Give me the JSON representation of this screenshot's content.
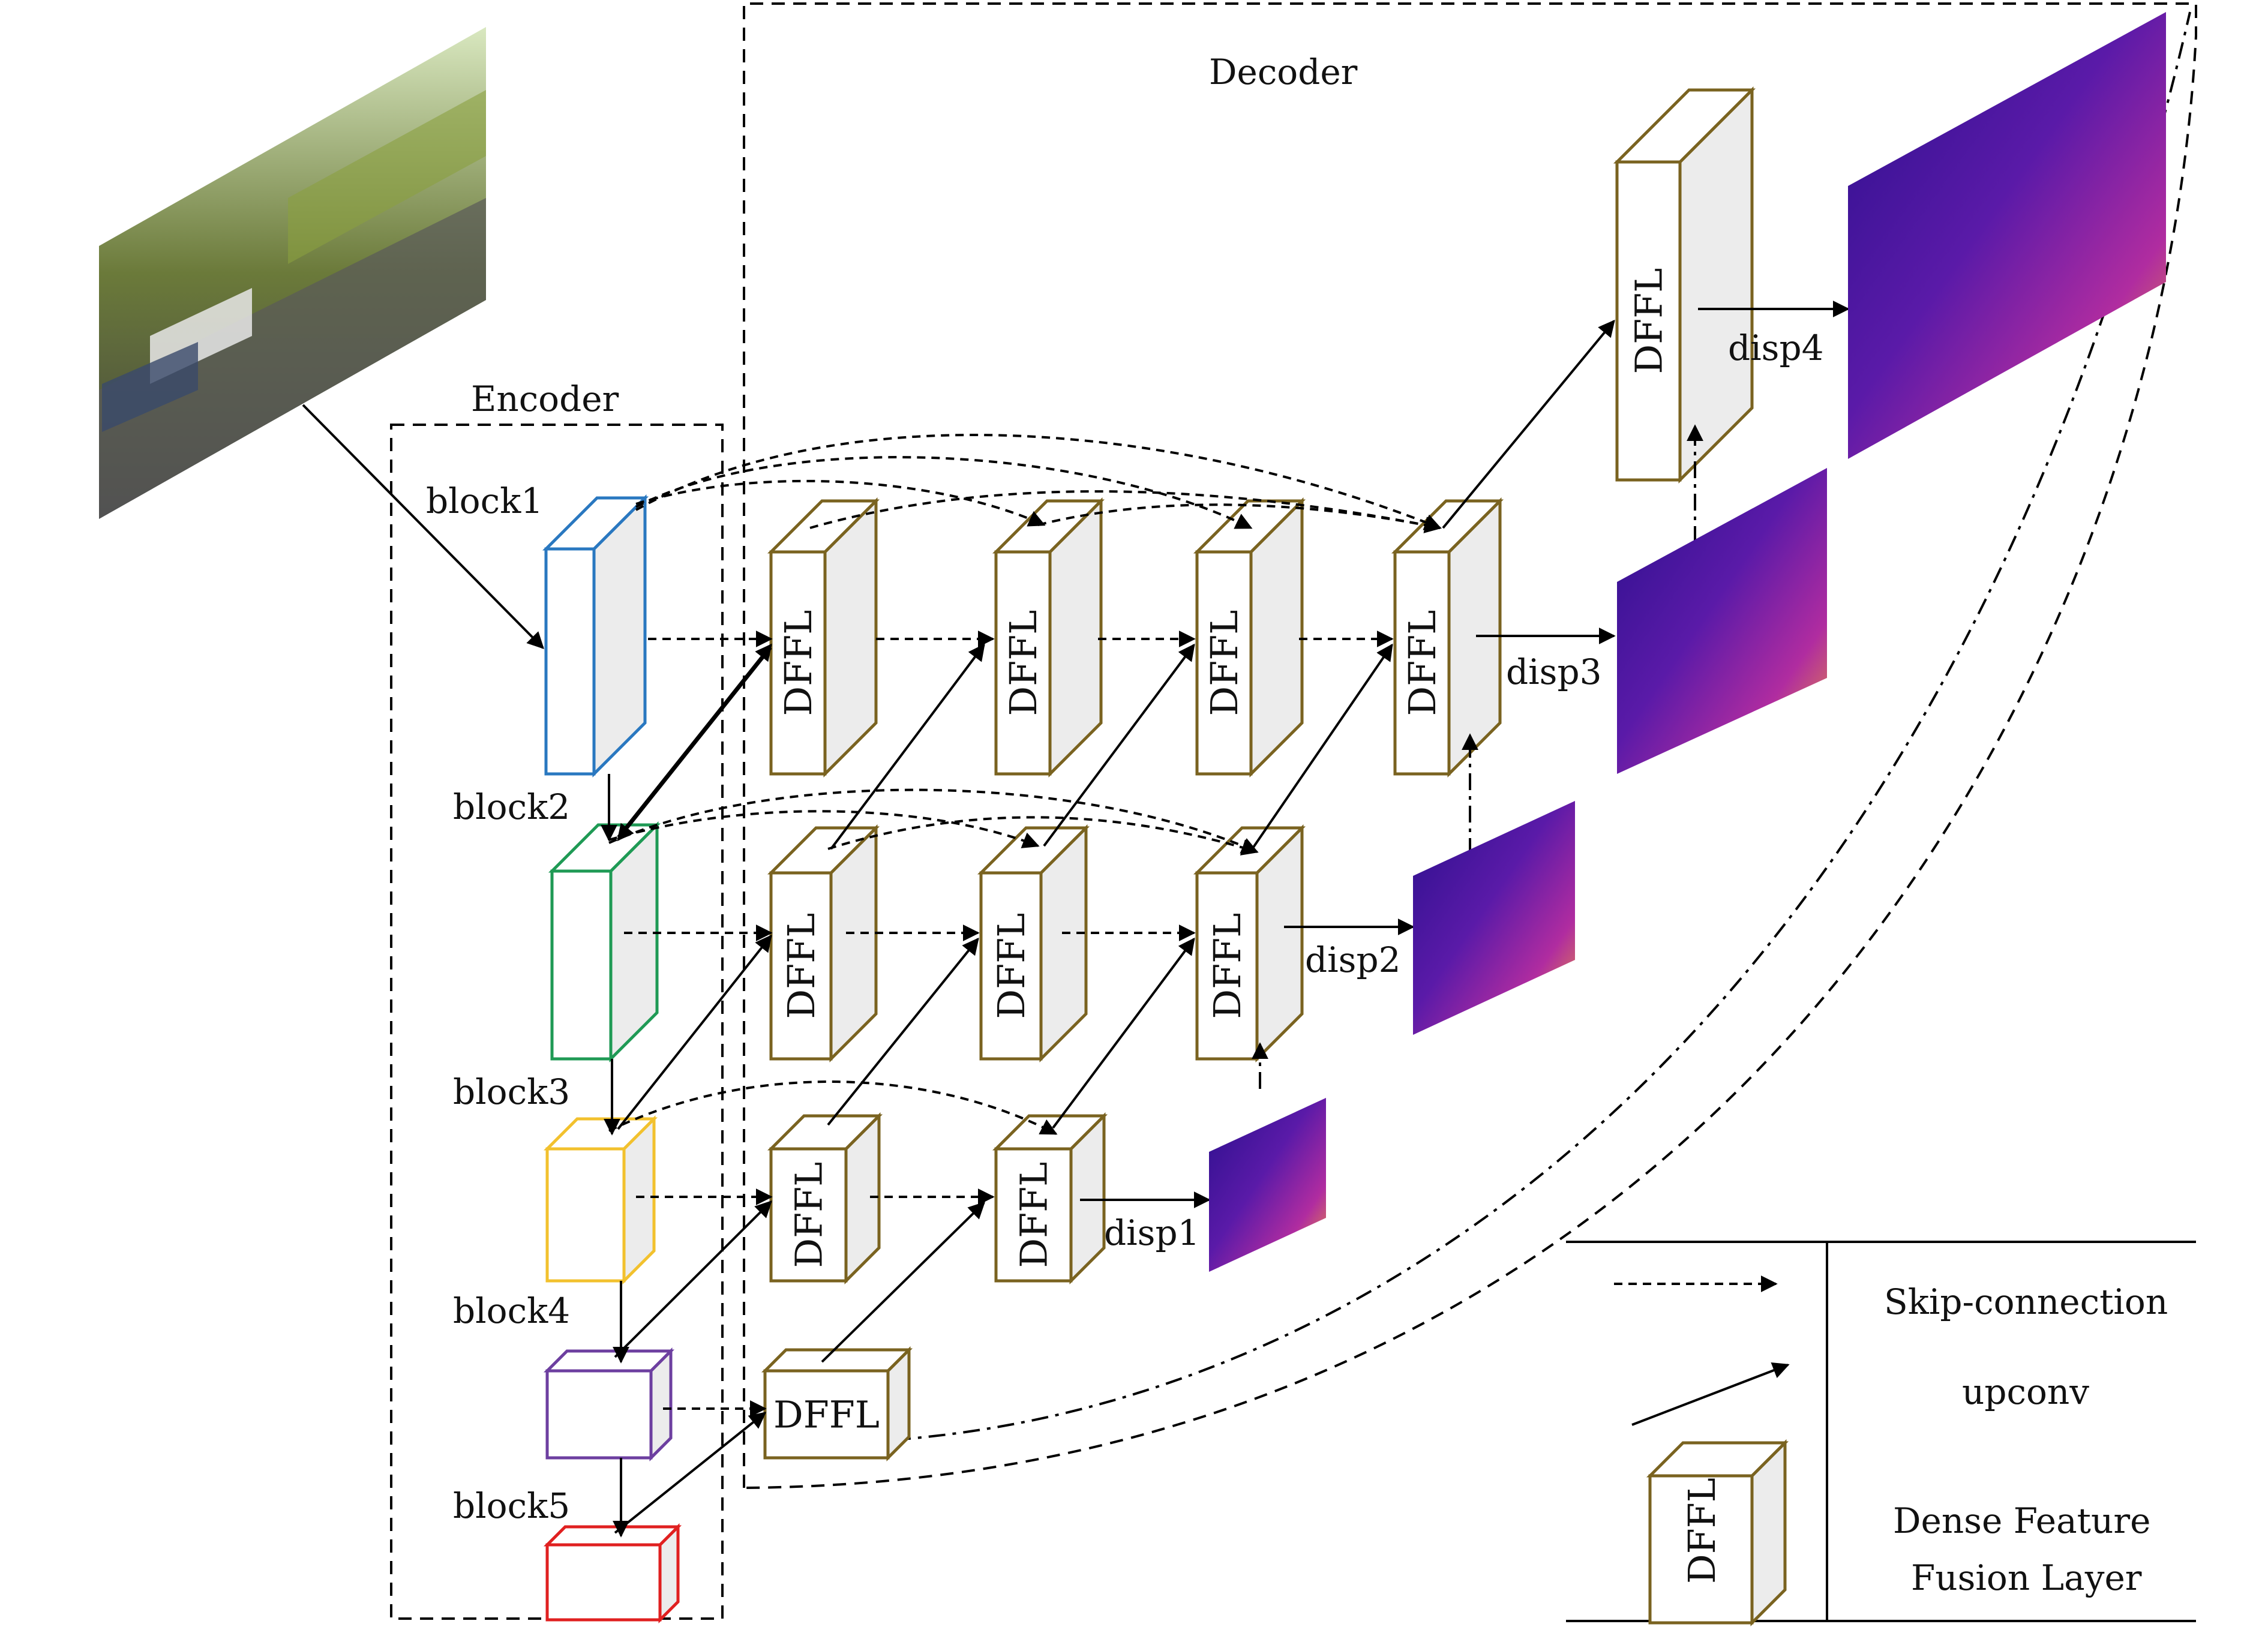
{
  "labels": {
    "encoder": "Encoder",
    "decoder": "Decoder",
    "block1": "block1",
    "block2": "block2",
    "block3": "block3",
    "block4": "block4",
    "block5": "block5",
    "disp1": "disp1",
    "disp2": "disp2",
    "disp3": "disp3",
    "disp4": "disp4"
  },
  "dffl_label": "DFFL",
  "legend": {
    "skip": "Skip-connection",
    "upconv": "upconv",
    "dffl_box_label": "DFFL",
    "dffl_line1": "Dense Feature",
    "dffl_line2": "Fusion Layer"
  },
  "colors": {
    "block1": "#2a78c0",
    "block2": "#1f9a55",
    "block3": "#f2c12e",
    "block4": "#6d3fa0",
    "block5": "#e02020",
    "dffl": "#7a6320",
    "side_fill": "#ececec",
    "disparity_cool": "#3a1a9a",
    "disparity_warm": "#f0a030"
  },
  "icons": {
    "input": "street-photo-thumbnail",
    "disparity": "disparity-map-thumbnail"
  }
}
